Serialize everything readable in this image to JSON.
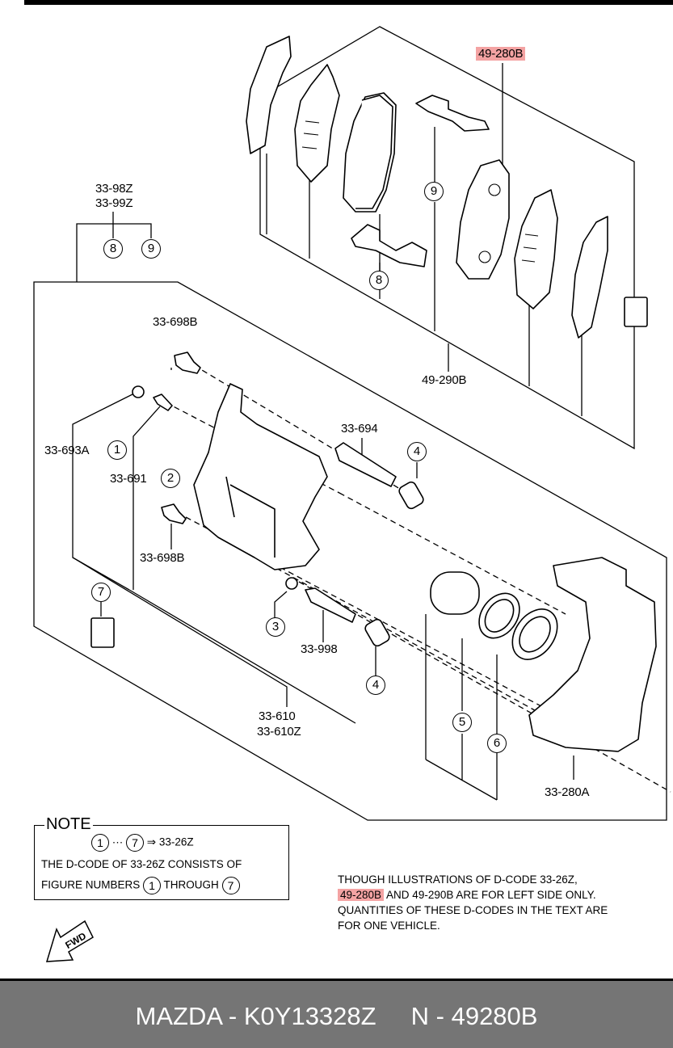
{
  "labels": {
    "pad_kit": "49-280B",
    "pad_set": "49-290B",
    "bracket_top_1": "33-98Z",
    "bracket_top_2": "33-99Z",
    "bolt_top": "33-698B",
    "bolt_bottom": "33-698B",
    "cap_left": "33-693A",
    "bleeder": "33-691",
    "guide_pin_top": "33-694",
    "guide_pin_bottom": "33-998",
    "caliper_1": "33-610",
    "caliper_2": "33-610Z",
    "bracket": "33-280A"
  },
  "callouts": [
    "1",
    "2",
    "3",
    "4",
    "4",
    "5",
    "6",
    "7",
    "8",
    "8",
    "9",
    "9"
  ],
  "note": {
    "title": "NOTE",
    "range_start": "1",
    "range_sep": "···",
    "range_end": "7",
    "arrow": "⇒",
    "code": "33-26Z",
    "line2": "THE D-CODE OF  33-26Z  CONSISTS OF",
    "line3_a": "FIGURE NUMBERS",
    "line3_b": "THROUGH",
    "fig_from": "1",
    "fig_to": "7"
  },
  "disclaimer": {
    "line1": "THOUGH ILLUSTRATIONS OF D-CODE 33-26Z,",
    "line2_code": "49-280B",
    "line2_rest": " AND 49-290B ARE FOR LEFT SIDE ONLY.",
    "line3": "QUANTITIES OF THESE D-CODES IN THE TEXT ARE",
    "line4": "FOR ONE VEHICLE."
  },
  "fwd_arrow": "FWD",
  "footer": "MAZDA - K0Y13328Z     N - 49280B",
  "colors": {
    "highlight": "#f4a3a3",
    "footer_bg": "#757575"
  }
}
